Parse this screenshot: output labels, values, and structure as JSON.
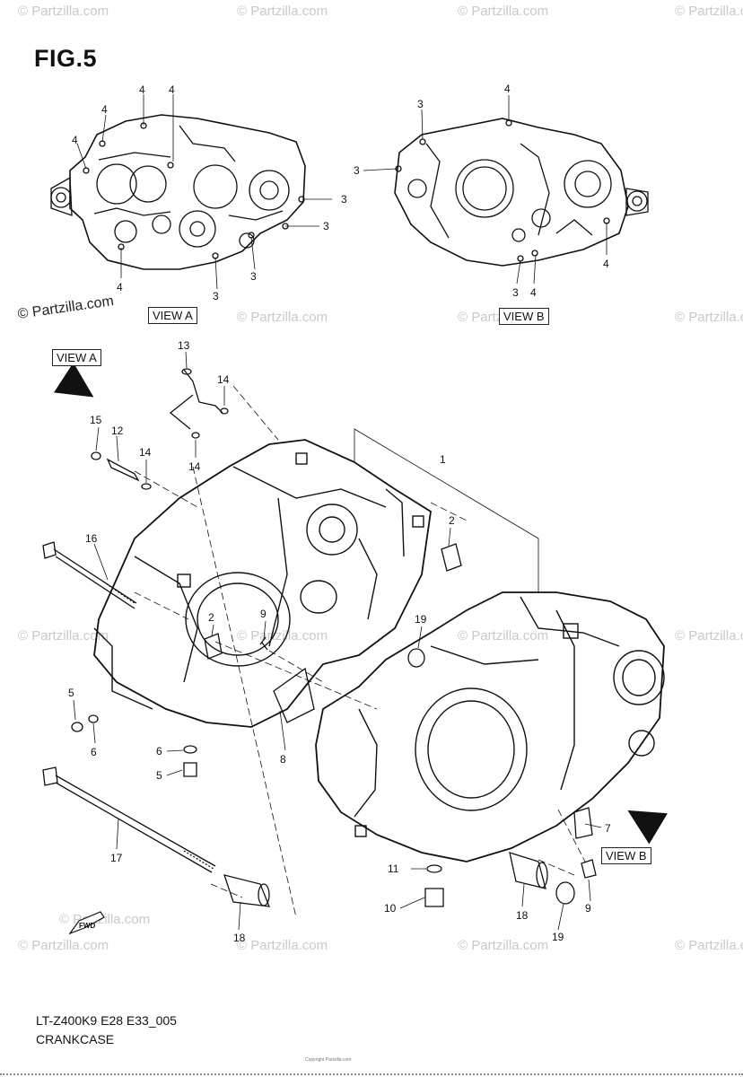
{
  "figure": {
    "title": "FIG.5",
    "code": "LT-Z400K9 E28 E33_005",
    "name": "CRANKCASE",
    "copyright_note": "Copyright Partzilla.com"
  },
  "views": {
    "view_a_label": "VIEW A",
    "view_b_label": "VIEW B"
  },
  "watermark": {
    "text": "© Partzilla.com",
    "featured": "© Partzilla.com"
  },
  "callouts": {
    "view_a_fours": [
      "4",
      "4",
      "4",
      "4",
      "4"
    ],
    "view_a_threes": [
      "3",
      "3",
      "3",
      "3"
    ],
    "view_b_threes": [
      "3",
      "3",
      "3"
    ],
    "view_b_fours": [
      "4",
      "4",
      "4"
    ],
    "parts": {
      "p1": "1",
      "p2a": "2",
      "p2b": "2",
      "p5a": "5",
      "p5b": "5",
      "p6a": "6",
      "p6b": "6",
      "p7": "7",
      "p8": "8",
      "p9a": "9",
      "p9b": "9",
      "p10": "10",
      "p11": "11",
      "p12": "12",
      "p13": "13",
      "p14a": "14",
      "p14b": "14",
      "p14c": "14",
      "p15": "15",
      "p16": "16",
      "p17": "17",
      "p18a": "18",
      "p18b": "18",
      "p19a": "19",
      "p19b": "19"
    }
  },
  "fwd_label": "FWD"
}
